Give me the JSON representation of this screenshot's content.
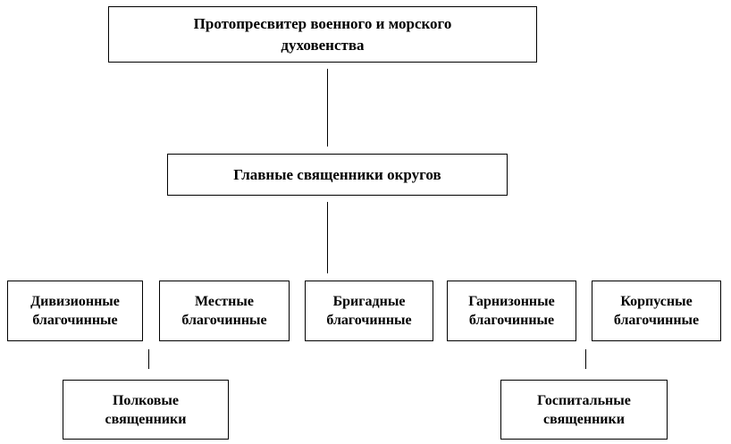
{
  "diagram": {
    "top": {
      "line1": "Протопресвитер военного и морского",
      "line2": "духовенства"
    },
    "main": {
      "label": "Главные священники округов"
    },
    "deaneries": [
      {
        "line1": "Дивизионные",
        "line2": "благочинные"
      },
      {
        "line1": "Местные",
        "line2": "благочинные"
      },
      {
        "line1": "Бригадные",
        "line2": "благочинные"
      },
      {
        "line1": "Гарнизонные",
        "line2": "благочинные"
      },
      {
        "line1": "Корпусные",
        "line2": "благочинные"
      }
    ],
    "regimental": {
      "line1": "Полковые",
      "line2": "священники"
    },
    "hospital": {
      "line1": "Госпитальные",
      "line2": "священники"
    }
  }
}
